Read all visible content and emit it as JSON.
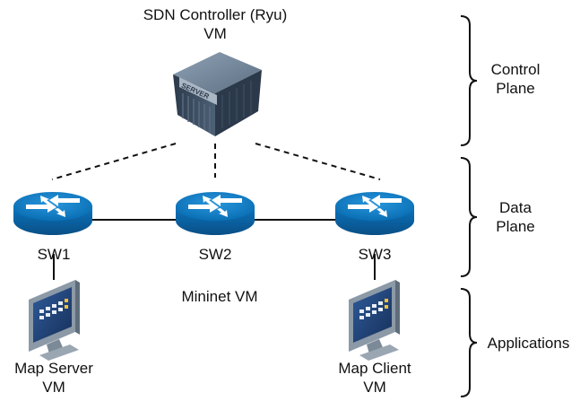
{
  "controller": {
    "line1": "SDN Controller (Ryu)",
    "line2": "VM",
    "server_text": "SERVER"
  },
  "switches": [
    {
      "label": "SW1"
    },
    {
      "label": "SW2"
    },
    {
      "label": "SW3"
    }
  ],
  "mininet_label": "Mininet VM",
  "hosts": [
    {
      "line1": "Map Server",
      "line2": "VM"
    },
    {
      "line1": "Map Client",
      "line2": "VM"
    }
  ],
  "planes": [
    {
      "line1": "Control",
      "line2": "Plane"
    },
    {
      "line1": "Data",
      "line2": "Plane"
    },
    {
      "line1": "Applications",
      "line2": ""
    }
  ],
  "colors": {
    "router": "#0a6fb5",
    "router_dark": "#0a4f86",
    "server": "#3d4f63",
    "monitor": "#7c8a98",
    "screen": "#1f3f73"
  }
}
